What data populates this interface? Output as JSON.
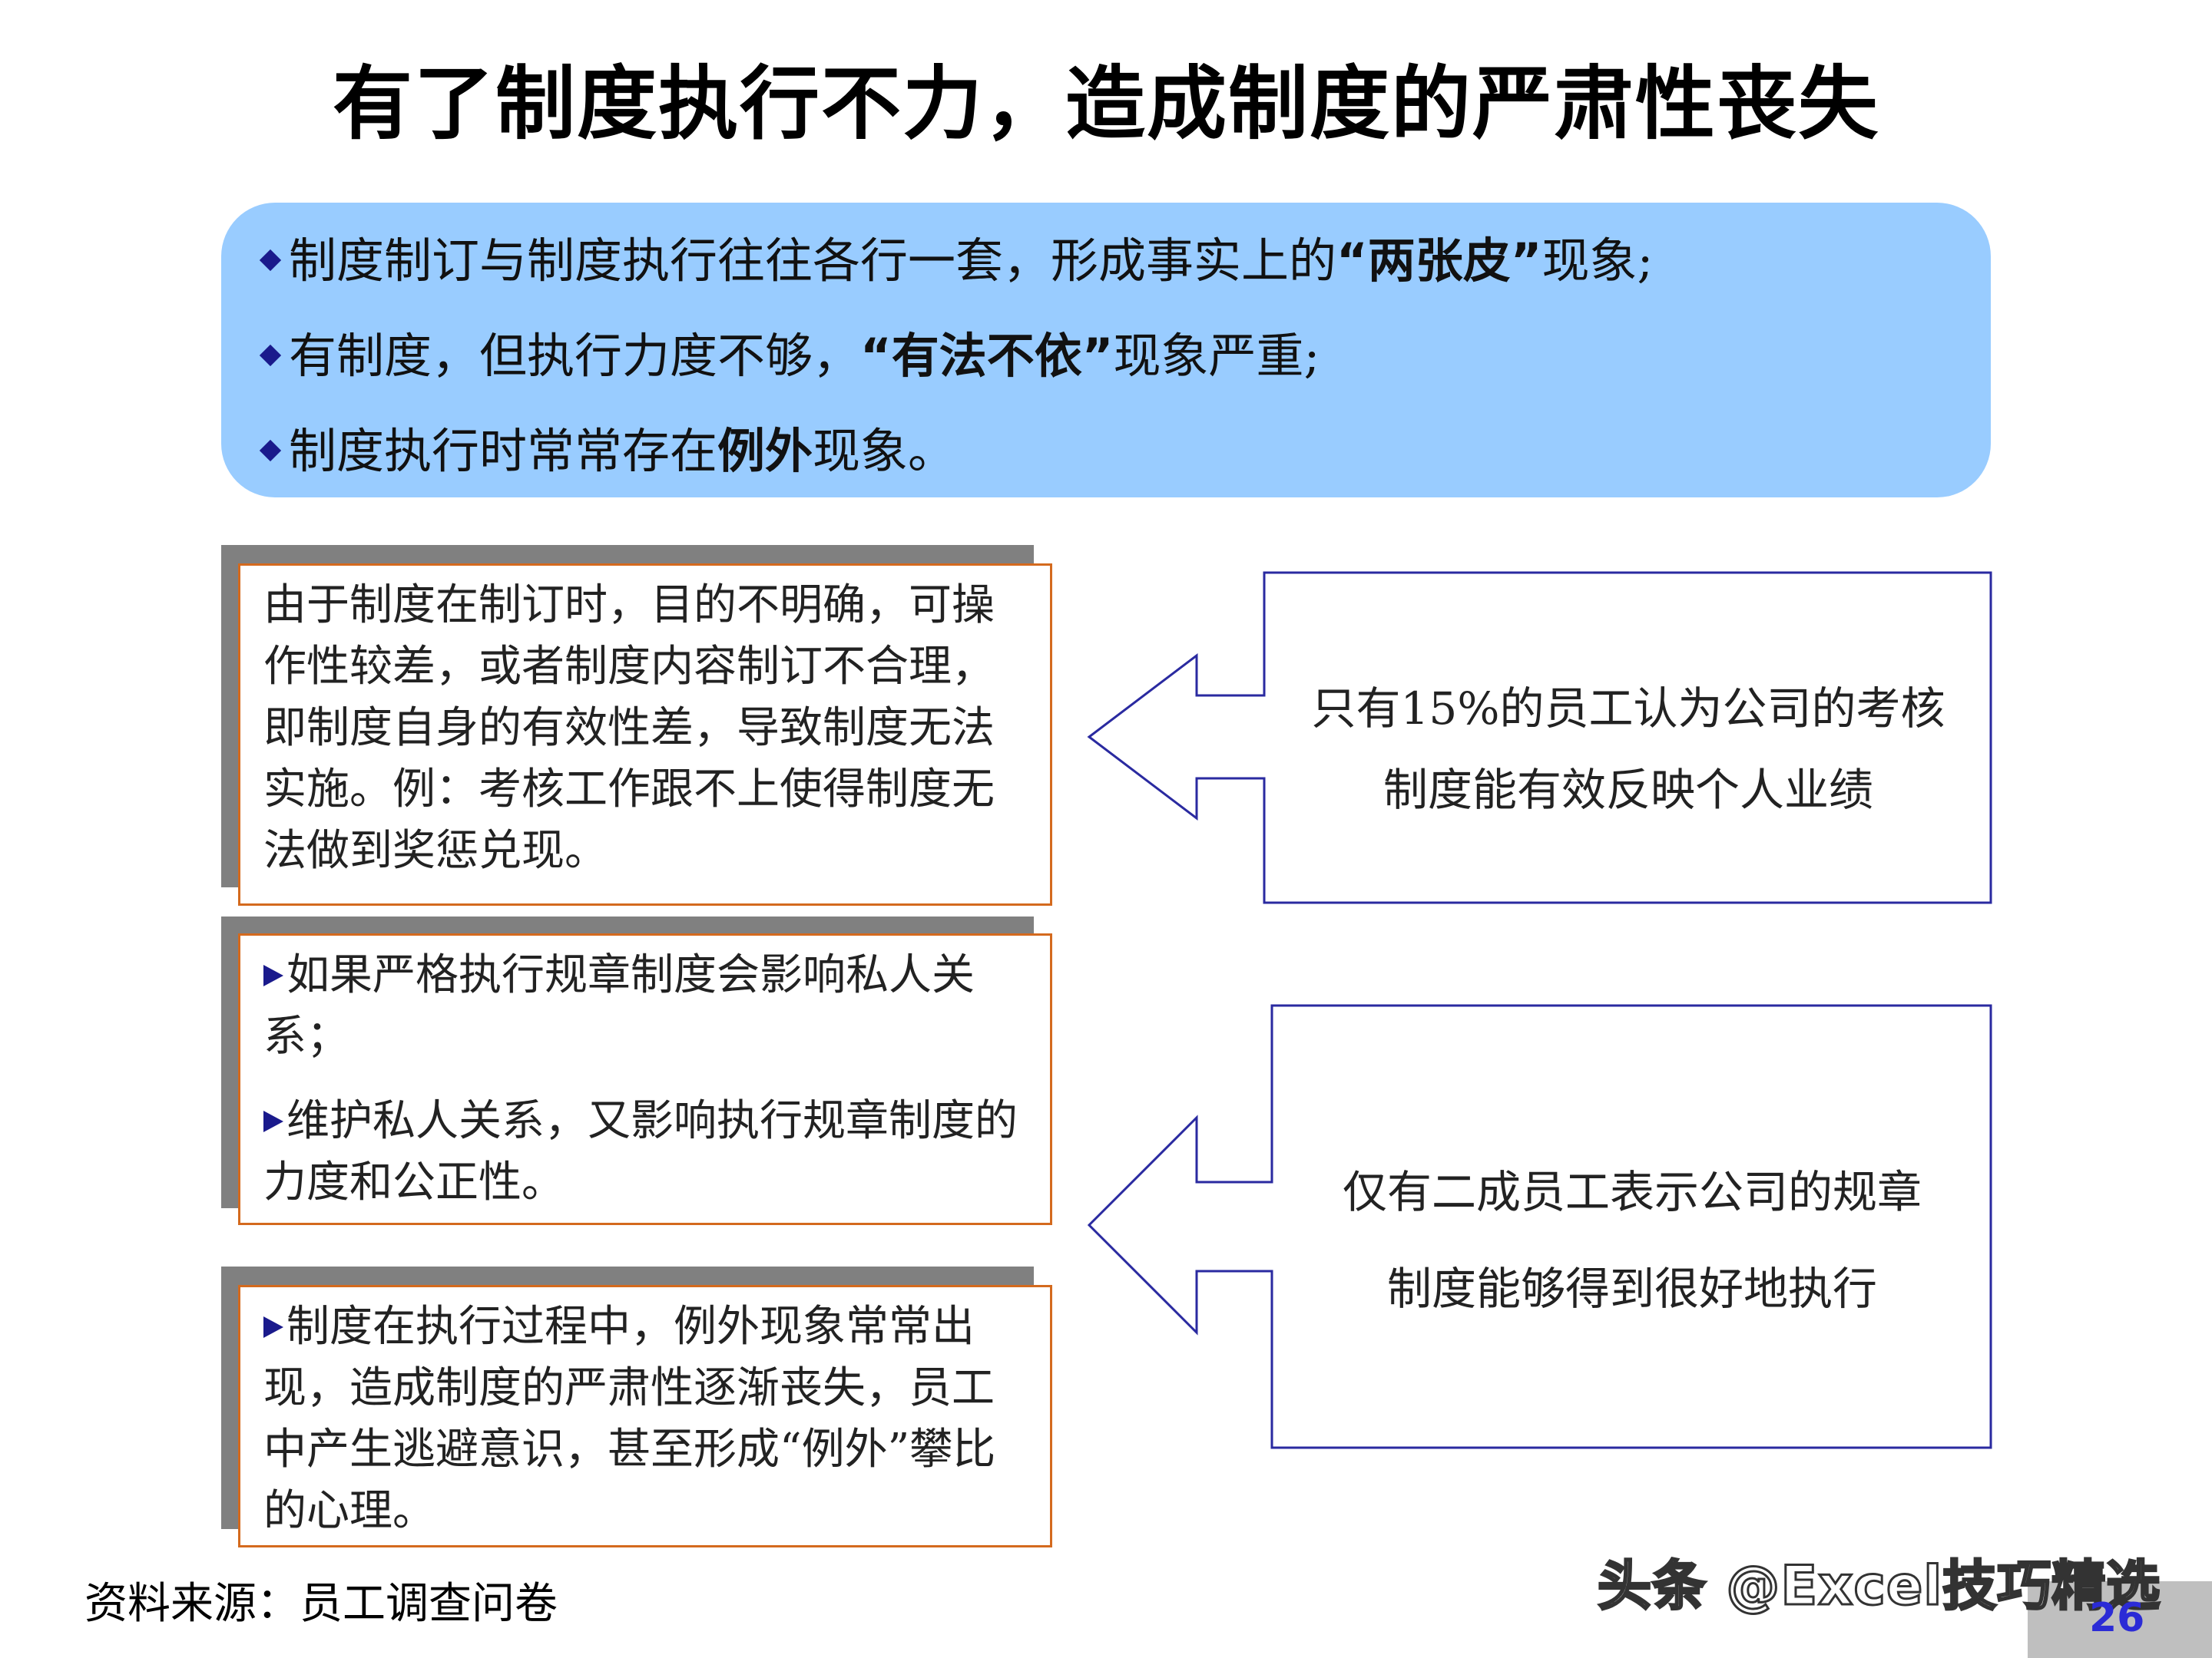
{
  "title": "有了制度执行不力，造成制度的严肃性丧失",
  "summary": {
    "line1": {
      "pre": "制度制订与制度执行往往各行一套，形成事实上的",
      "bold": "“两张皮”",
      "post": "现象;"
    },
    "line2": {
      "pre": "有制度，但执行力度不够，",
      "bold": "“有法不依”",
      "post": "现象严重;"
    },
    "line3": {
      "pre": "制度执行时常常存在",
      "bold": "例外",
      "post": "现象。"
    }
  },
  "cards": {
    "card1": "由于制度在制订时，目的不明确，可操作性较差，或者制度内容制订不合理，即制度自身的有效性差，导致制度无法实施。例：考核工作跟不上使得制度无法做到奖惩兑现。",
    "card2a": "如果严格执行规章制度会影响私人关系；",
    "card2b": "维护私人关系，又影响执行规章制度的力度和公正性。",
    "card3": "制度在执行过程中，例外现象常常出现，造成制度的严肃性逐渐丧失，员工中产生逃避意识，甚至形成“例外”攀比的心理。"
  },
  "callouts": {
    "top": {
      "line1": "只有15%的员工认为公司的考核",
      "line2": "制度能有效反映个人业绩"
    },
    "bottom": {
      "line1": "仅有二成员工表示公司的规章",
      "line2": "制度能够得到很好地执行"
    }
  },
  "source": "资料来源：员工调查问卷",
  "watermark": "头条 @Excel技巧精选",
  "page_number": "26",
  "colors": {
    "summary_bg": "#99ccff",
    "card_border": "#d46a1e",
    "card_shadow": "#808080",
    "arrow_stroke": "#2a2aa0",
    "bullet": "#1a1a8c",
    "page_number": "#2b2bd6"
  },
  "icons": {
    "summary_bullet": "diamond-bullet",
    "card_bullet": "triangle-right-bullet",
    "callout": "left-arrow-callout"
  }
}
